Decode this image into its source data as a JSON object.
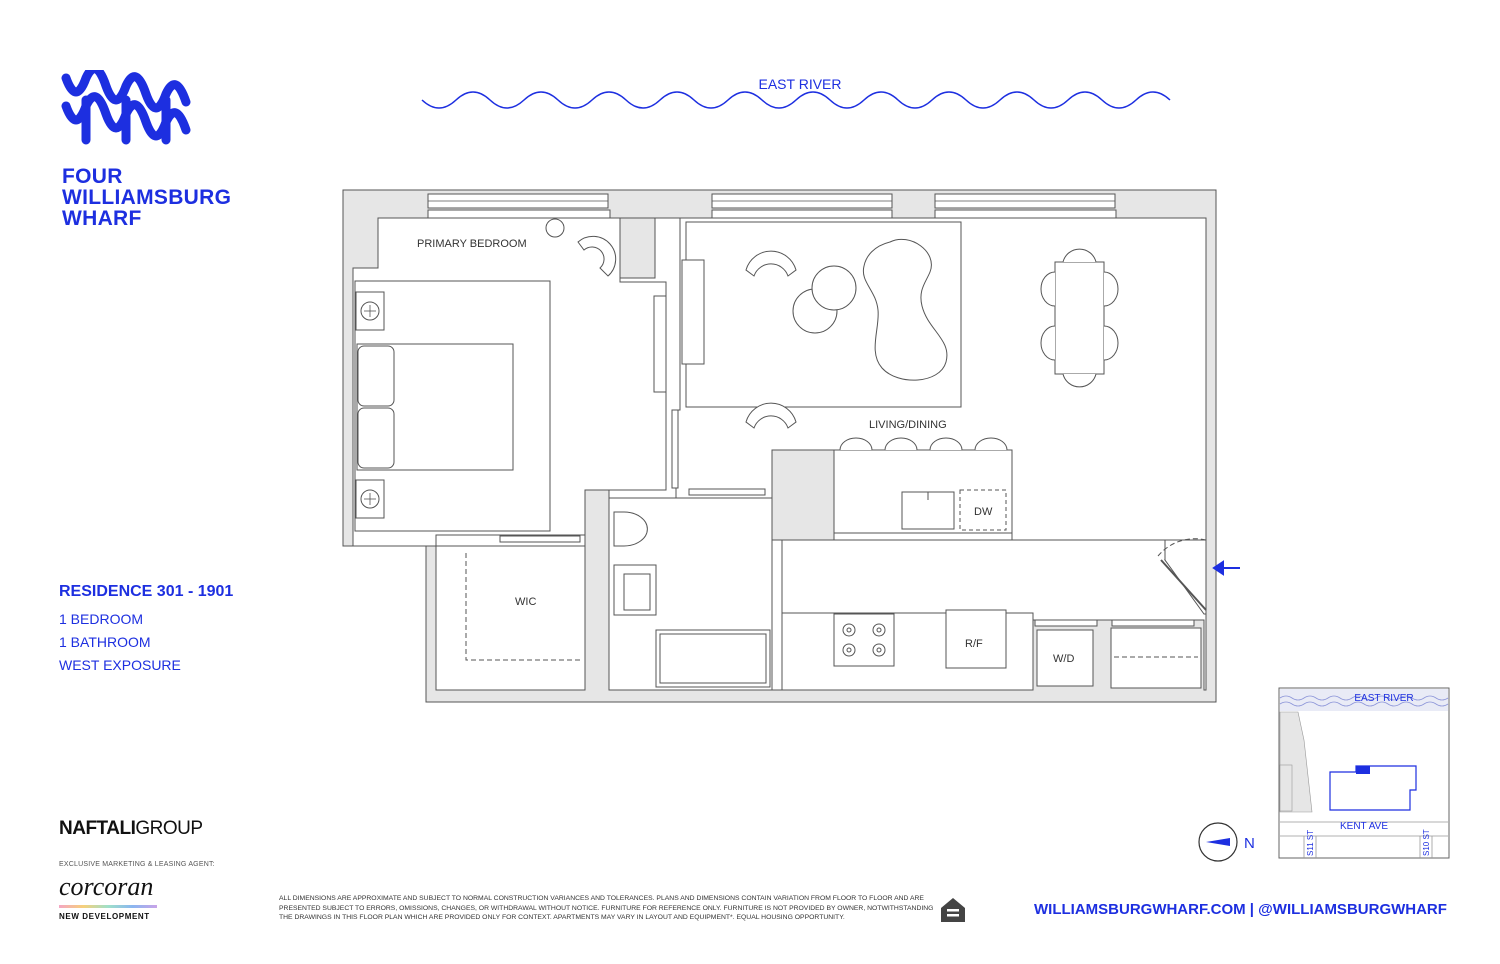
{
  "logo": {
    "line1": "FOUR",
    "line2": "WILLIAMSBURG",
    "line3": "WHARF"
  },
  "river_label": "EAST RIVER",
  "rooms": {
    "primary_bedroom": "PRIMARY BEDROOM",
    "living_dining": "LIVING/DINING",
    "wic": "WIC",
    "dw": "DW",
    "rf": "R/F",
    "wd": "W/D"
  },
  "residence": {
    "title": "RESIDENCE 301 - 1901",
    "bedrooms": "1 BEDROOM",
    "bathrooms": "1 BATHROOM",
    "exposure": "WEST EXPOSURE"
  },
  "branding": {
    "naftali_bold": "NAFTALI",
    "naftali_thin": "GROUP",
    "agent_label": "EXCLUSIVE MARKETING & LEASING AGENT:",
    "corcoran": "corcoran",
    "new_development": "NEW DEVELOPMENT"
  },
  "disclaimer": "ALL DIMENSIONS ARE APPROXIMATE AND SUBJECT TO NORMAL CONSTRUCTION VARIANCES AND TOLERANCES. PLANS AND DIMENSIONS CONTAIN VARIATION FROM FLOOR TO FLOOR AND ARE PRESENTED SUBJECT TO ERRORS, OMISSIONS, CHANGES, OR WITHDRAWAL WITHOUT NOTICE. FURNITURE FOR REFERENCE ONLY. FURNITURE IS NOT PROVIDED BY OWNER, NOTWITHSTANDING THE DRAWINGS IN THIS FLOOR PLAN WHICH ARE PROVIDED ONLY FOR CONTEXT. APARTMENTS MAY VARY IN LAYOUT AND EQUIPMENT*. EQUAL HOUSING OPPORTUNITY.",
  "compass_label": "N",
  "keyplan": {
    "river": "EAST RIVER",
    "street": "KENT AVE",
    "cross_left": "S11 ST",
    "cross_right": "S10 ST"
  },
  "website": "WILLIAMSBURGWHARF.COM | @WILLIAMSBURGWHARF",
  "colors": {
    "brand_blue": "#1d2fe0",
    "wall_gray": "#e6e6e6",
    "line_gray": "#555555"
  },
  "icons": [
    "logo-wave-icon",
    "river-wave-icon",
    "entry-arrow-icon",
    "compass-icon",
    "equal-housing-icon"
  ]
}
